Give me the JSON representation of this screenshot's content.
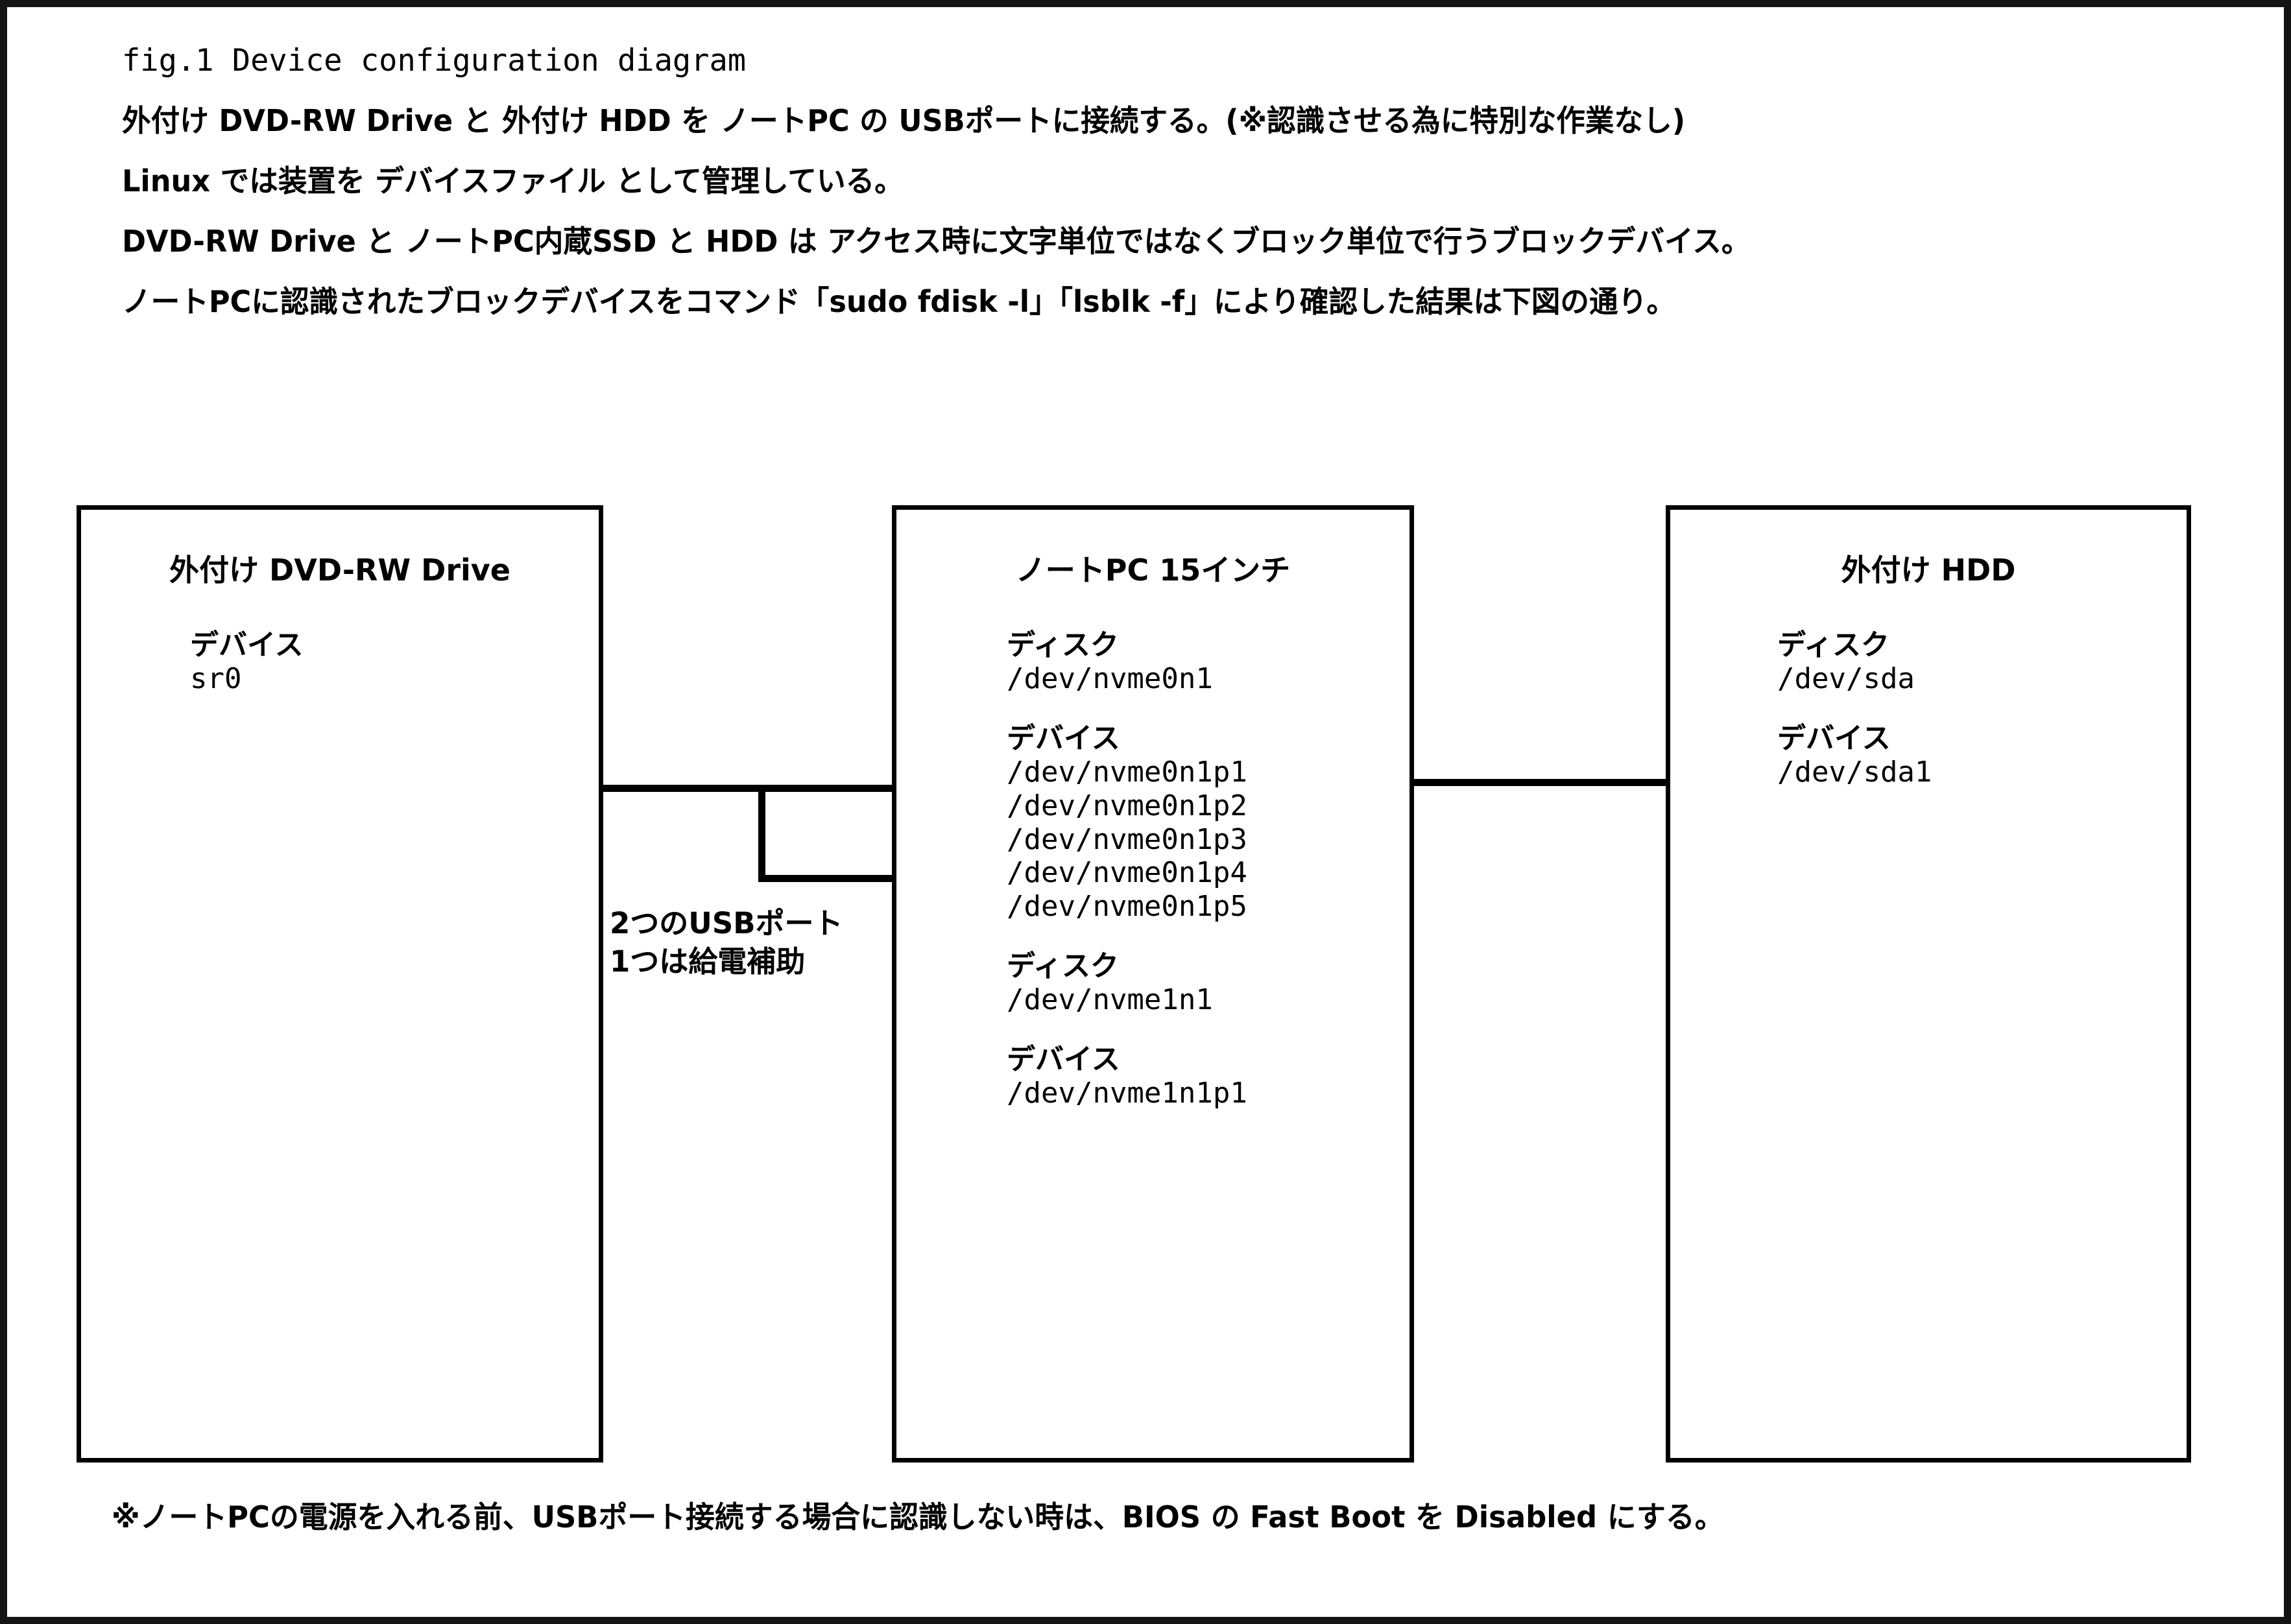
{
  "figure": {
    "title": "fig.1 Device configuration diagram",
    "intro_lines": [
      "外付け DVD-RW Drive と 外付け HDD を ノートPC の USBポートに接続する。(※認識させる為に特別な作業なし)",
      "Linux では装置を デバイスファイル として管理している。",
      "DVD-RW Drive と ノートPC内蔵SSD と HDD は アクセス時に文字単位ではなくブロック単位で行うブロックデバイス。",
      "ノートPCに認識されたブロックデバイスをコマンド「sudo fdisk -l」「lsblk -f」により確認した結果は下図の通り。"
    ],
    "footer_note": "※ノートPCの電源を入れる前、USBポート接続する場合に認識しない時は、BIOS の Fast Boot を Disabled にする。"
  },
  "connector": {
    "usb_note_line1": "2つのUSBポート",
    "usb_note_line2": "1つは給電補助"
  },
  "boxes": [
    {
      "id": "box-dvd",
      "title": "外付け DVD-RW Drive",
      "groups": [
        {
          "label": "デバイス",
          "value": "sr0"
        }
      ]
    },
    {
      "id": "box-pc",
      "title": "ノートPC 15インチ",
      "groups": [
        {
          "label": "ディスク",
          "value": "/dev/nvme0n1"
        },
        {
          "label": "デバイス",
          "value": "/dev/nvme0n1p1\n/dev/nvme0n1p2\n/dev/nvme0n1p3\n/dev/nvme0n1p4\n/dev/nvme0n1p5"
        },
        {
          "label": "ディスク",
          "value": "/dev/nvme1n1"
        },
        {
          "label": "デバイス",
          "value": "/dev/nvme1n1p1"
        }
      ]
    },
    {
      "id": "box-hdd",
      "title": "外付け HDD",
      "groups": [
        {
          "label": "ディスク",
          "value": "/dev/sda"
        },
        {
          "label": "デバイス",
          "value": "/dev/sda1"
        }
      ]
    }
  ],
  "colors": {
    "ink": "#000000",
    "frame": "#141414",
    "paper": "#ffffff"
  }
}
